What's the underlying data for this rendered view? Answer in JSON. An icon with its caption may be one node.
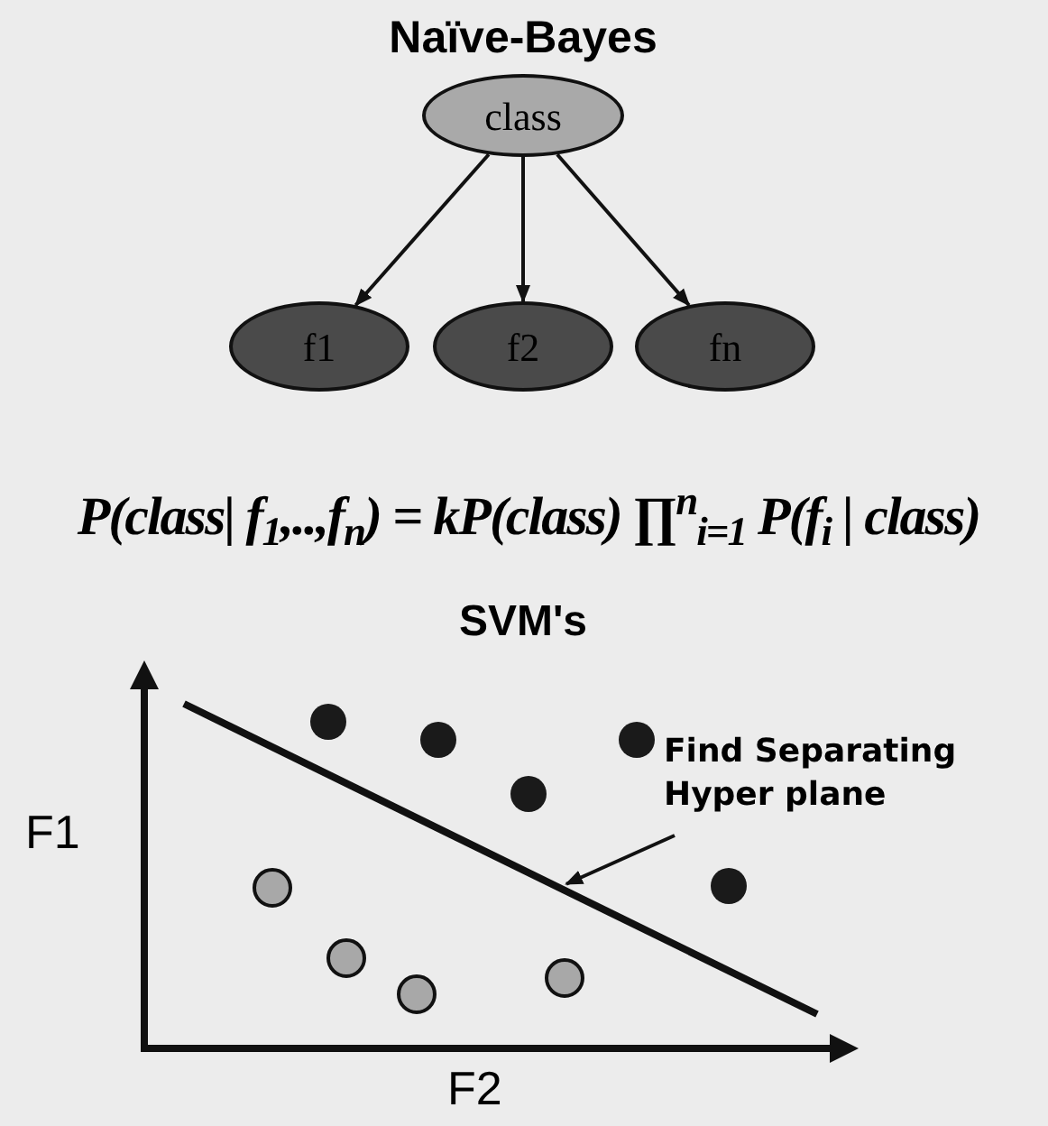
{
  "diagram": {
    "title": "Naïve-Bayes",
    "nodes": [
      {
        "text": [
          "class"
        ]
      },
      {
        "text": [
          "f1"
        ]
      },
      {
        "text": [
          "f2"
        ]
      },
      {
        "text": [
          "fn"
        ]
      },
      {
        "text": [
          "Find Separating Hyper plane"
        ]
      },
      {
        "text": [],
        "shape": "line"
      }
    ],
    "edges": [
      {
        "from": 0,
        "to": 1,
        "arrow": "to"
      },
      {
        "from": 0,
        "to": 2,
        "arrow": "to"
      },
      {
        "from": 0,
        "to": 3,
        "arrow": "to"
      },
      {
        "from": 4,
        "to": 5,
        "arrow": "to"
      }
    ],
    "labels": [
      "P(class| f$_{1}$,..,f$_{n}$) = kP(class) ∏$^{n}$$_{i=1}$ P(f$_{i}$ | class)",
      "SVM's",
      "F1",
      "F2"
    ]
  }
}
